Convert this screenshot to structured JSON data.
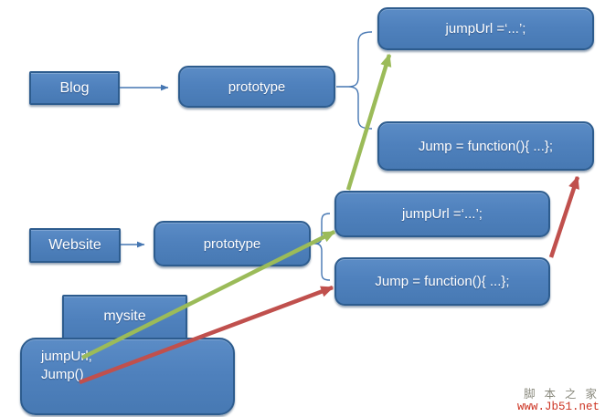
{
  "diagram": {
    "nodes": {
      "blog": {
        "label": "Blog"
      },
      "blog_prototype": {
        "label": "prototype"
      },
      "blog_jumpurl": {
        "label": "jumpUrl =‘...’;"
      },
      "blog_jump": {
        "label": "Jump = function(){ ...};"
      },
      "website": {
        "label": "Website"
      },
      "website_prototype": {
        "label": "prototype"
      },
      "website_jumpurl": {
        "label": "jumpUrl =‘...’;"
      },
      "website_jump": {
        "label": "Jump = function(){ ...};"
      },
      "mysite": {
        "label": "mysite"
      },
      "mysite_instance": {
        "lines": [
          "jumpUrl;",
          "Jump()"
        ]
      }
    },
    "edges": [
      {
        "from": "Blog",
        "to": "Blog.prototype",
        "color": "blue",
        "type": "thin-arrow"
      },
      {
        "from": "Website",
        "to": "Website.prototype",
        "color": "blue",
        "type": "thin-arrow"
      },
      {
        "from": "Blog.prototype",
        "to": "jumpUrl / Jump (Blog)",
        "color": "blue",
        "type": "brace"
      },
      {
        "from": "Website.prototype",
        "to": "jumpUrl / Jump (Website)",
        "color": "blue",
        "type": "brace"
      },
      {
        "from": "mysite instance jumpUrl;",
        "to": "Website.prototype.jumpUrl",
        "color": "green",
        "type": "thick-arrow"
      },
      {
        "from": "Website.prototype.jumpUrl",
        "to": "Blog.prototype.jumpUrl",
        "color": "green",
        "type": "thick-arrow"
      },
      {
        "from": "mysite instance Jump()",
        "to": "Website.prototype.Jump",
        "color": "red",
        "type": "thick-arrow"
      },
      {
        "from": "Website.prototype.Jump",
        "to": "Blog.prototype.Jump",
        "color": "red",
        "type": "thick-arrow"
      }
    ],
    "colors": {
      "node_fill": "#4F81BD",
      "node_border": "#2D5C8E",
      "node_text": "#FFFFFF",
      "connector_blue": "#4576B2",
      "green_arrow": "#9BBB59",
      "red_arrow": "#C0504D"
    }
  },
  "watermark": {
    "site_name": "脚 本 之 家",
    "site_url": "www.Jb51.net"
  }
}
